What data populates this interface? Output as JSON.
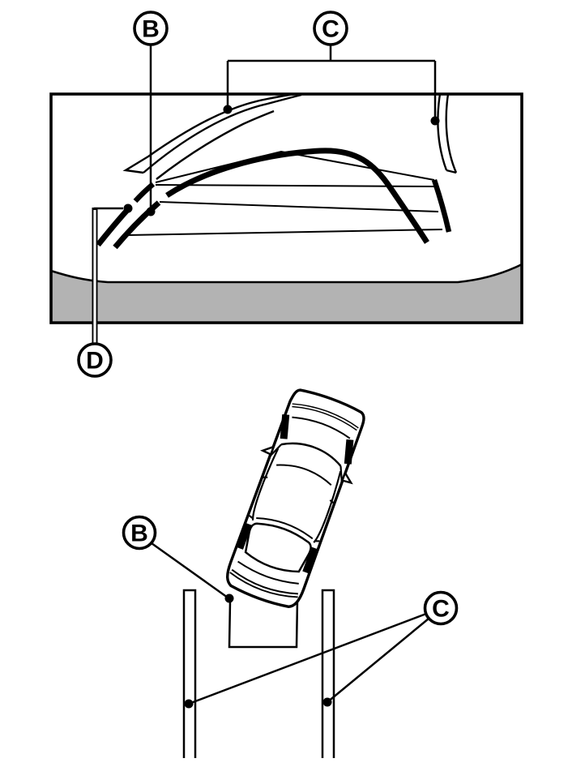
{
  "colors": {
    "ink": "#000000",
    "bumper_gray": "#b3b3b3",
    "background": "#ffffff"
  },
  "figure_top": {
    "name": "rear-view-monitor-screen-diagram",
    "callouts": [
      {
        "letter": "B"
      },
      {
        "letter": "C"
      },
      {
        "letter": "D"
      }
    ]
  },
  "figure_bottom": {
    "name": "parking-space-overhead-diagram",
    "callouts": [
      {
        "letter": "B"
      },
      {
        "letter": "C"
      }
    ]
  }
}
